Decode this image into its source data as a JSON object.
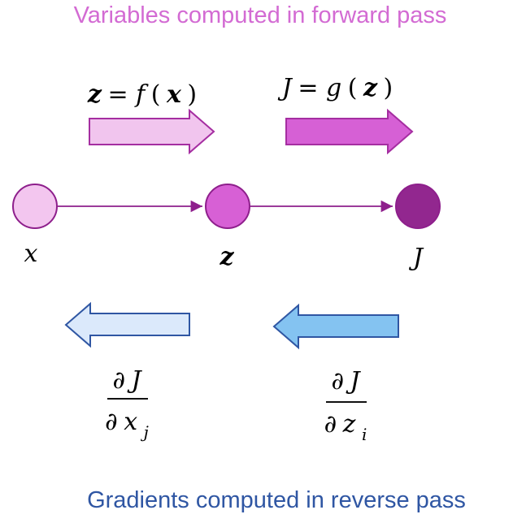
{
  "header": {
    "forward_title": "Variables computed in forward pass"
  },
  "footer": {
    "reverse_title": "Gradients computed in reverse pass"
  },
  "forward_labels": {
    "first": {
      "lhs": "z",
      "eq": " = ",
      "fn": "f",
      "open": "(",
      "arg": "x",
      "close": ")"
    },
    "second": {
      "lhs": "J",
      "eq": " = ",
      "fn": "g",
      "open": "(",
      "arg": "z",
      "close": ")"
    }
  },
  "nodes": {
    "x": "x",
    "z": "z",
    "J": "J"
  },
  "gradients": {
    "first": {
      "partial_num": "∂",
      "num_var": "J",
      "partial_den": "∂",
      "den_var": "x",
      "den_sub": "j"
    },
    "second": {
      "partial_num": "∂",
      "num_var": "J",
      "partial_den": "∂",
      "den_var": "z",
      "den_sub": "i"
    }
  },
  "colors": {
    "forward_title": "#d36bd3",
    "reverse_title": "#2f56a3",
    "node_x_fill": "#f3c6ef",
    "node_z_fill": "#d760d5",
    "node_J_fill": "#92278f",
    "node_stroke": "#8e1f8c",
    "edge": "#8e1f8c",
    "arrow_forward_light_fill": "#f1c5ee",
    "arrow_forward_dark_fill": "#d660d5",
    "arrow_forward_stroke": "#a52ea1",
    "arrow_reverse_light_fill": "#dbe9fb",
    "arrow_reverse_dark_fill": "#84c3f1",
    "arrow_reverse_stroke": "#2f56a3"
  }
}
